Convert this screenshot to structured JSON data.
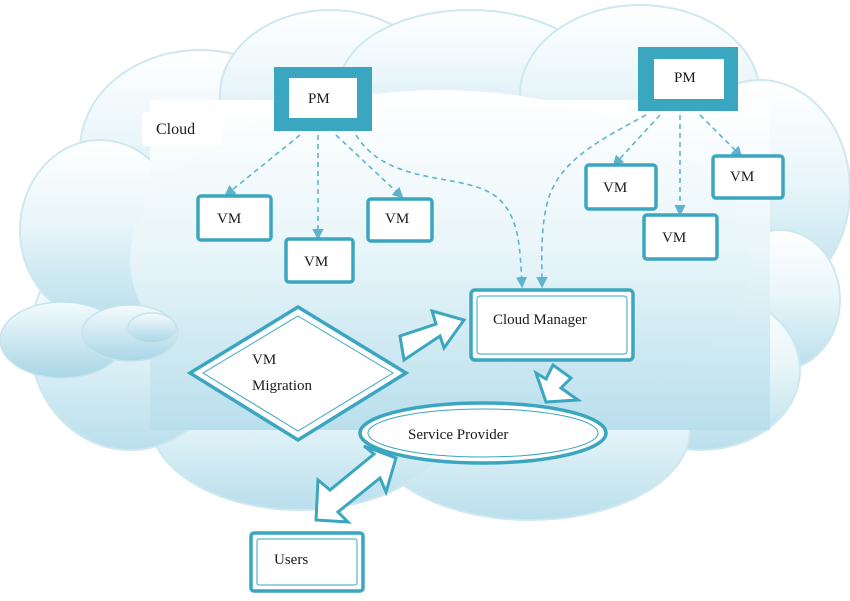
{
  "cloud": {
    "label": "Cloud"
  },
  "nodes": {
    "pm_left": "PM",
    "pm_right": "PM",
    "vm_left_1": "VM",
    "vm_left_2": "VM",
    "vm_left_3": "VM",
    "vm_right_1": "VM",
    "vm_right_2": "VM",
    "vm_right_3": "VM",
    "cloud_manager": "Cloud Manager",
    "vm_migration_line1": "VM",
    "vm_migration_line2": "Migration",
    "service_provider": "Service Provider",
    "users": "Users"
  },
  "colors": {
    "accent": "#3aa6c0",
    "cloud_fill_top": "#ffffff",
    "cloud_fill_bottom": "#bfe2ee",
    "dash": "#5fb4cc"
  }
}
